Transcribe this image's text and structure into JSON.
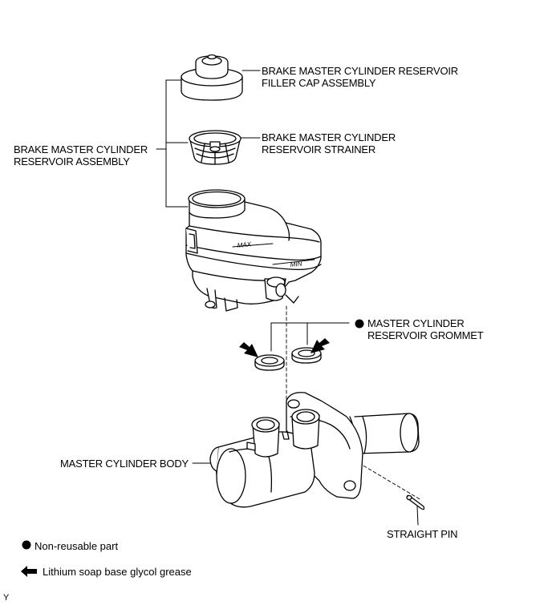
{
  "labels": {
    "filler_cap": [
      "BRAKE MASTER CYLINDER RESERVOIR",
      "FILLER CAP ASSEMBLY"
    ],
    "strainer": [
      "BRAKE MASTER CYLINDER",
      "RESERVOIR STRAINER"
    ],
    "reservoir_assembly": [
      "BRAKE MASTER CYLINDER",
      "RESERVOIR ASSEMBLY"
    ],
    "grommet": [
      "MASTER CYLINDER",
      "RESERVOIR GROMMET"
    ],
    "master_cylinder_body": "MASTER CYLINDER BODY",
    "straight_pin": "STRAIGHT PIN"
  },
  "tank_marks": {
    "max": "MAX",
    "min": "MIN"
  },
  "legend": {
    "non_reusable": "Non-reusable part",
    "grease": "Lithium soap base glycol grease"
  },
  "corner_mark": "Y"
}
